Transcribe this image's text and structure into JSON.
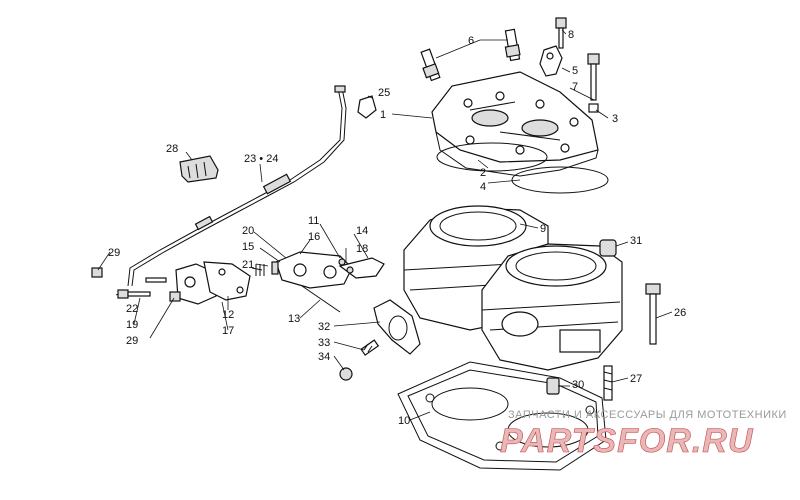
{
  "callouts": {
    "c1": "1",
    "c2": "2",
    "c3": "3",
    "c4": "4",
    "c5": "5",
    "c6": "6",
    "c7": "7",
    "c8": "8",
    "c9": "9",
    "c10": "10",
    "c11": "11",
    "c12": "12",
    "c13": "13",
    "c14": "14",
    "c15": "15",
    "c16": "16",
    "c17": "17",
    "c18": "18",
    "c19": "19",
    "c20": "20",
    "c21": "21",
    "c22": "22",
    "c2324": "23 • 24",
    "c25": "25",
    "c26": "26",
    "c27": "27",
    "c28": "28",
    "c29a": "29",
    "c29b": "29",
    "c30": "30",
    "c31": "31",
    "c32": "32",
    "c33": "33",
    "c34": "34"
  },
  "watermark": {
    "line1": "ЗАПЧАСТИ И АКСЕССУАРЫ ДЛЯ МОТОТЕХНИКИ",
    "line2": "PARTSFOR.RU"
  },
  "colors": {
    "line": "#111111",
    "watermark_text": "#c44444"
  }
}
